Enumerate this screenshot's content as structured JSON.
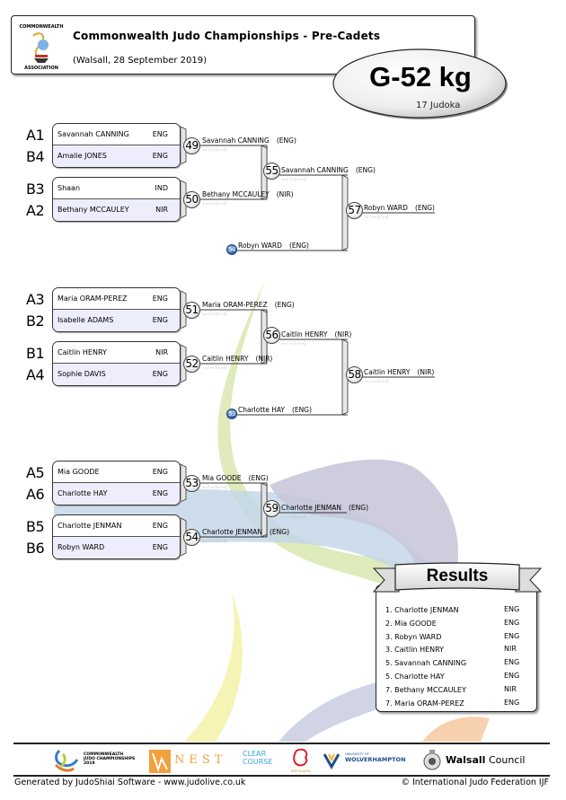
{
  "header": {
    "title": "Commonwealth Judo Championships - Pre-Cadets",
    "subtitle": "(Walsall, 28 September 2019)",
    "logo_top_text": "COMMONWEALTH JUDO",
    "logo_bottom_text": "ASSOCIATION",
    "category": "G-52 kg",
    "judoka_count": "17 Judoka"
  },
  "blocks": [
    {
      "pairs": [
        {
          "match": "49",
          "top": {
            "pool": "A1",
            "name": "Savannah CANNING",
            "country": "ENG"
          },
          "bottom": {
            "pool": "B4",
            "name": "Amalie JONES",
            "country": "ENG"
          },
          "winner": {
            "name": "Savannah CANNING",
            "country": "(ENG)"
          }
        },
        {
          "match": "50",
          "top": {
            "pool": "B3",
            "name": "Shaan",
            "country": "IND"
          },
          "bottom": {
            "pool": "A2",
            "name": "Bethany MCCAULEY",
            "country": "NIR"
          },
          "winner": {
            "name": "Bethany MCCAULEY",
            "country": "(NIR)"
          }
        }
      ],
      "semi": {
        "match": "55",
        "winner": {
          "name": "Savannah CANNING",
          "country": "(ENG)"
        }
      },
      "bye": {
        "match": "54",
        "name": "Robyn WARD",
        "country": "(ENG)"
      },
      "final": {
        "match": "57",
        "winner": {
          "name": "Robyn WARD",
          "country": "(ENG)"
        }
      }
    },
    {
      "pairs": [
        {
          "match": "51",
          "top": {
            "pool": "A3",
            "name": "Maria ORAM-PEREZ",
            "country": "ENG"
          },
          "bottom": {
            "pool": "B2",
            "name": "Isabelle ADAMS",
            "country": "ENG"
          },
          "winner": {
            "name": "Maria ORAM-PEREZ",
            "country": "(ENG)"
          }
        },
        {
          "match": "52",
          "top": {
            "pool": "B1",
            "name": "Caitlin HENRY",
            "country": "NIR"
          },
          "bottom": {
            "pool": "A4",
            "name": "Sophie DAVIS",
            "country": "ENG"
          },
          "winner": {
            "name": "Caitlin HENRY",
            "country": "(NIR)"
          }
        }
      ],
      "semi": {
        "match": "56",
        "winner": {
          "name": "Caitlin HENRY",
          "country": "(NIR)"
        }
      },
      "bye": {
        "match": "53",
        "name": "Charlotte HAY",
        "country": "(ENG)"
      },
      "final": {
        "match": "58",
        "winner": {
          "name": "Caitlin HENRY",
          "country": "(NIR)"
        }
      }
    },
    {
      "pairs": [
        {
          "match": "53",
          "top": {
            "pool": "A5",
            "name": "Mia GOODE",
            "country": "ENG"
          },
          "bottom": {
            "pool": "A6",
            "name": "Charlotte HAY",
            "country": "ENG"
          },
          "winner": {
            "name": "Mia GOODE",
            "country": "(ENG)"
          }
        },
        {
          "match": "54",
          "top": {
            "pool": "B5",
            "name": "Charlotte JENMAN",
            "country": "ENG"
          },
          "bottom": {
            "pool": "B6",
            "name": "Robyn WARD",
            "country": "ENG"
          },
          "winner": {
            "name": "Charlotte JENMAN",
            "country": "(ENG)"
          }
        }
      ],
      "semi": {
        "match": "59",
        "winner": {
          "name": "Charlotte JENMAN",
          "country": "(ENG)"
        }
      }
    }
  ],
  "results": {
    "title": "Results",
    "items": [
      {
        "rank": "1.",
        "name": "Charlotte JENMAN",
        "country": "ENG"
      },
      {
        "rank": "2.",
        "name": "Mia GOODE",
        "country": "ENG"
      },
      {
        "rank": "3.",
        "name": "Robyn WARD",
        "country": "ENG"
      },
      {
        "rank": "3.",
        "name": "Caitlin HENRY",
        "country": "NIR"
      },
      {
        "rank": "5.",
        "name": "Savannah CANNING",
        "country": "ENG"
      },
      {
        "rank": "5.",
        "name": "Charlotte HAY",
        "country": "ENG"
      },
      {
        "rank": "7.",
        "name": "Bethany MCCAULEY",
        "country": "NIR"
      },
      {
        "rank": "7.",
        "name": "Maria ORAM-PEREZ",
        "country": "ENG"
      }
    ]
  },
  "sponsors": {
    "cjc_line1": "COMMONWEALTH",
    "cjc_line2": "JUDO CHAMPIONSHIPS",
    "cjc_line3": "2019",
    "nest": "NEST",
    "clearcourse_1": "CLEAR",
    "clearcourse_2": "COURSE",
    "england_judo": "ENGLAND JUDO",
    "wolv_small": "UNIVERSITY OF",
    "wolv_big": "WOLVERHAMPTON",
    "walsall_bold": "Walsall",
    "walsall_rest": " Council"
  },
  "footer": {
    "generated": "Generated by JudoShiai Software - www.judolive.co.uk",
    "copyright": "© International Judo Federation IJF"
  },
  "colors": {
    "lower_row_fill": "#ededfb",
    "bye_badge": "#3a6eb5",
    "bg_green": "#d9e8b0",
    "bg_blue": "#c4d7e8",
    "bg_purple": "#c8c8d9",
    "bg_yellow": "#f3f2a8",
    "bg_orange": "#f6c9a0"
  }
}
